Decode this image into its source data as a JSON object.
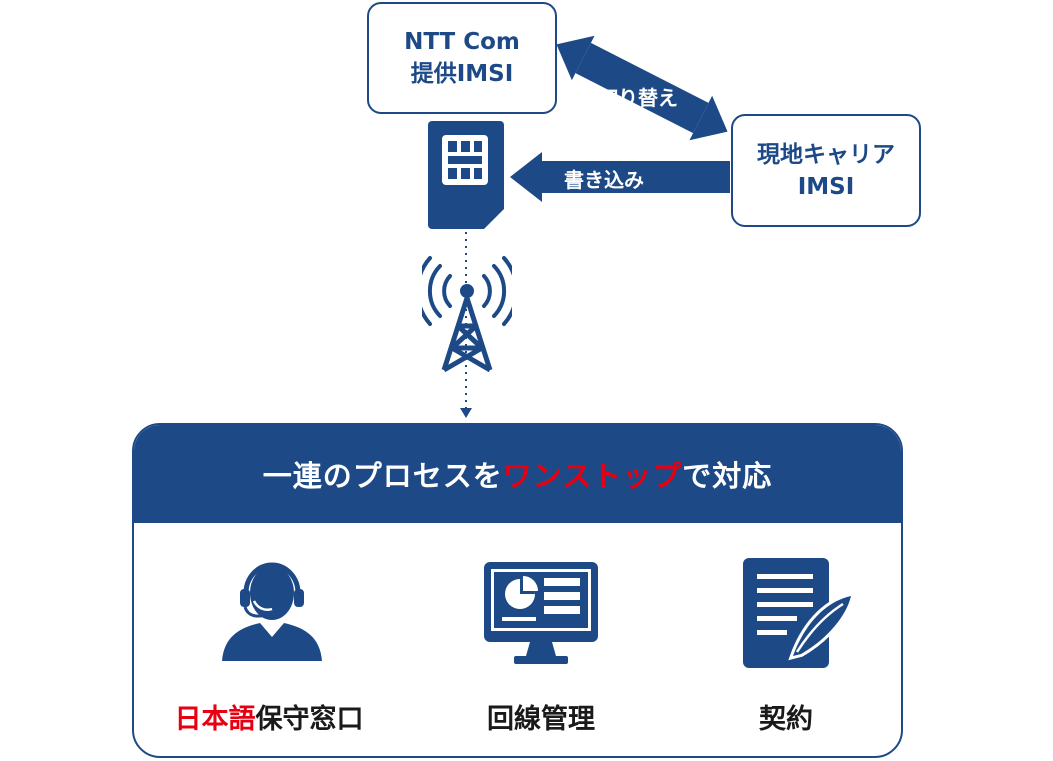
{
  "colors": {
    "brand": "#1d4a87",
    "accent_red": "#e60012"
  },
  "top": {
    "ntt_box": {
      "line1": "NTT Com",
      "line2": "提供IMSI"
    },
    "local_box": {
      "line1": "現地キャリア",
      "line2": "IMSI"
    },
    "switch_label": "切り替え",
    "write_label": "書き込み",
    "icons": [
      "sim-card-icon",
      "cell-tower-icon"
    ]
  },
  "panel": {
    "title_prefix": "一連のプロセスを",
    "title_highlight": "ワンストップ",
    "title_suffix": "で対応",
    "services": [
      {
        "icon": "headset-operator-icon",
        "label_highlight": "日本語",
        "label": "保守窓口"
      },
      {
        "icon": "monitor-dashboard-icon",
        "label_highlight": "",
        "label": "回線管理"
      },
      {
        "icon": "contract-document-icon",
        "label_highlight": "",
        "label": "契約"
      }
    ]
  }
}
